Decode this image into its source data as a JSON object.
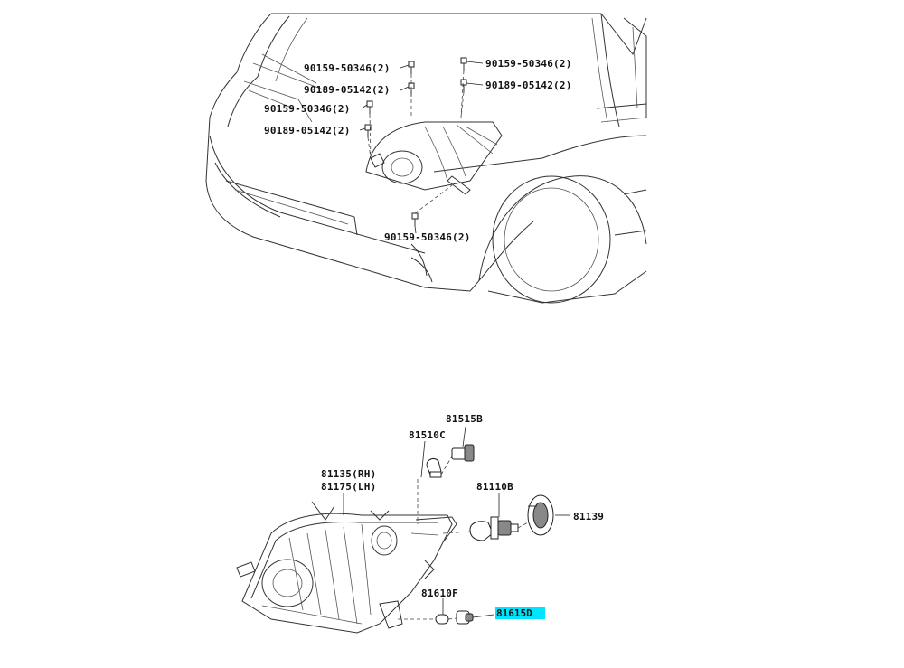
{
  "upper_view": {
    "callouts": [
      {
        "id": "c1",
        "text": "90159-50346(2)"
      },
      {
        "id": "c2",
        "text": "90189-05142(2)"
      },
      {
        "id": "c3",
        "text": "90159-50346(2)"
      },
      {
        "id": "c4",
        "text": "90189-05142(2)"
      },
      {
        "id": "c5",
        "text": "90159-50346(2)"
      },
      {
        "id": "c6",
        "text": "90189-05142(2)"
      },
      {
        "id": "c7",
        "text": "90159-50346(2)"
      }
    ]
  },
  "lower_view": {
    "callouts": [
      {
        "id": "p1",
        "text": "81515B"
      },
      {
        "id": "p2",
        "text": "81510C"
      },
      {
        "id": "p3",
        "text": "81135(RH)"
      },
      {
        "id": "p4",
        "text": "81175(LH)"
      },
      {
        "id": "p5",
        "text": "81110B"
      },
      {
        "id": "p6",
        "text": "81139"
      },
      {
        "id": "p7",
        "text": "81610F"
      },
      {
        "id": "p8",
        "text": "81615D"
      }
    ],
    "highlight_color": "#00e5ff"
  },
  "colors": {
    "line": "#333333",
    "background": "#ffffff"
  }
}
